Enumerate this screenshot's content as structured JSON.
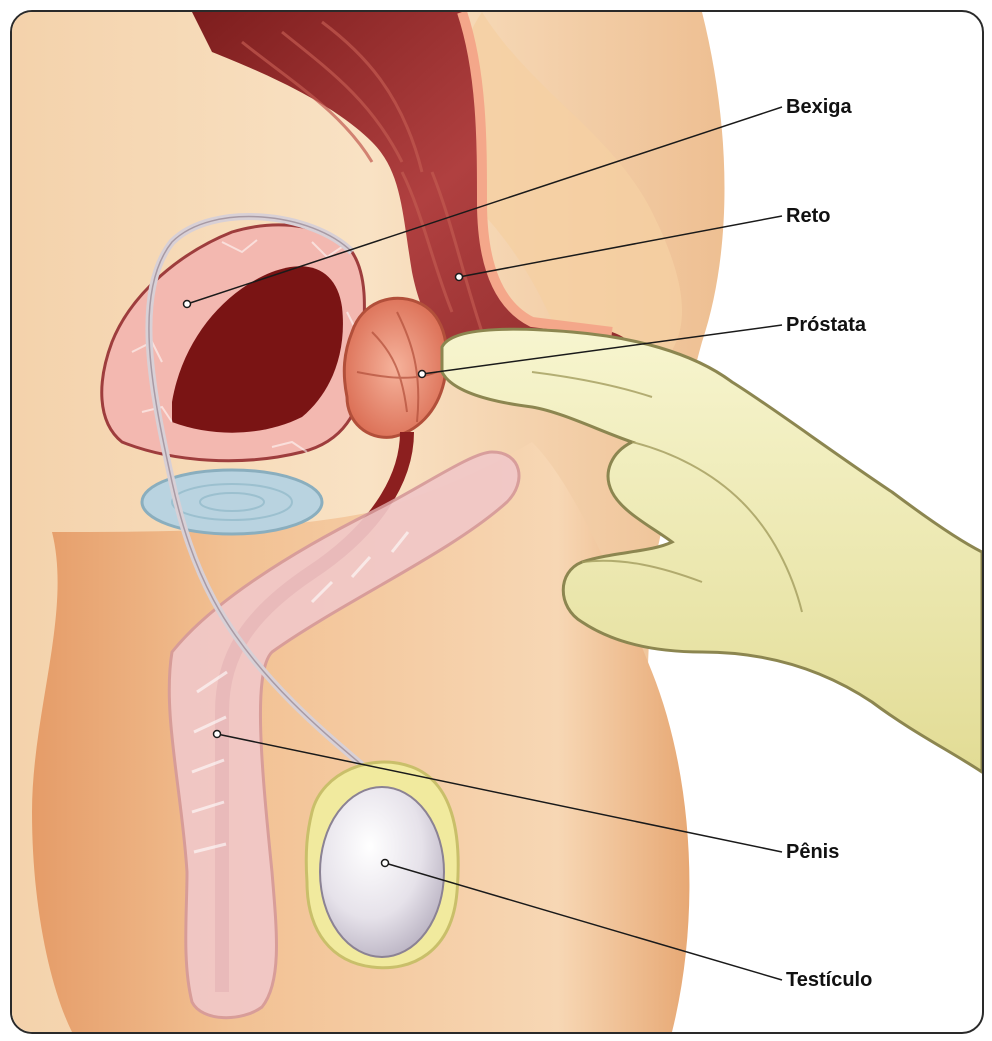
{
  "labels": {
    "bladder": "Bexiga",
    "rectum": "Reto",
    "prostate": "Próstata",
    "penis": "Pênis",
    "testicle": "Testículo"
  },
  "colors": {
    "skin": "#f7dcb8",
    "skin_shadow": "#e9a878",
    "rectum": "#9b2c2c",
    "bladder_wall": "#f3b8b0",
    "bladder_inner": "#7a1414",
    "prostate": "#e88a72",
    "glove": "#f2efb6",
    "testicle": "#ece8ee",
    "vesicle": "#b9d3e0",
    "line": "#1a1a1a"
  }
}
